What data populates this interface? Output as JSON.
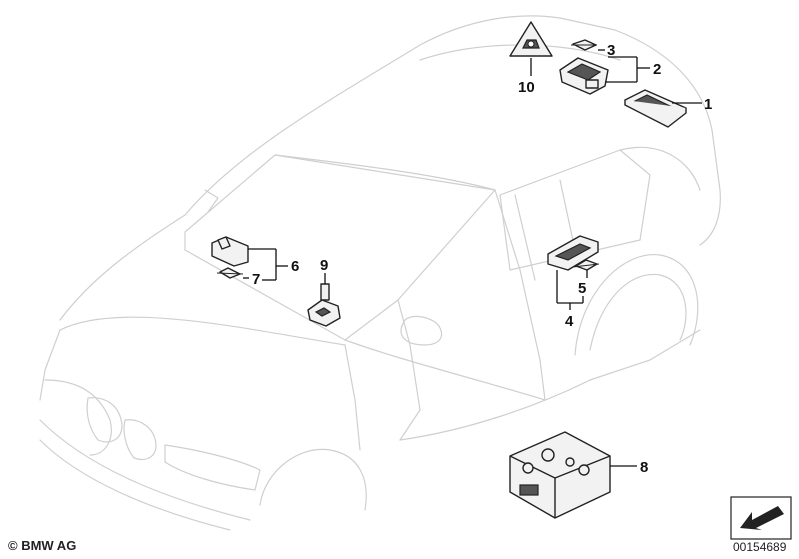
{
  "callouts": {
    "c1": "1",
    "c2": "2",
    "c3": "3",
    "c4": "4",
    "c5": "5",
    "c6": "6",
    "c7": "7",
    "c8": "8",
    "c9": "9",
    "c10": "10"
  },
  "footer": {
    "copyright": "© BMW AG",
    "diagram_id": "00154689"
  },
  "colors": {
    "outline": "#cfcfcf",
    "part_stroke": "#222222",
    "text": "#111111"
  }
}
